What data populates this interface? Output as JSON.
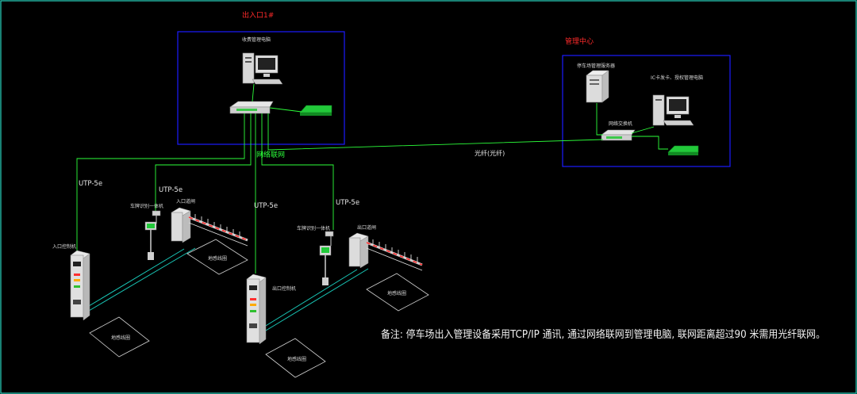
{
  "areas": {
    "entrance_box_title": "出入口1#",
    "mgmt_box_title": "管理中心"
  },
  "labels": {
    "entrance_pc": "收费管理电脑",
    "ticket_printer": "",
    "server": "停车场管理服务器",
    "ic_card_pc": "IC卡发卡、授权管理电脑",
    "network_switch": "网络交换机",
    "fiber_link": "光纤(光纤)",
    "network_backbone": "网络联网",
    "cable_1": "UTP-5e",
    "cable_2": "UTP-5e",
    "cable_3": "UTP-5e",
    "cable_4": "UTP-5e",
    "entry_terminal": "入口控制机",
    "exit_terminal": "出口控制机",
    "entry_camera": "车牌识别一体机",
    "exit_camera": "车牌识别一体机",
    "entry_barrier": "入口道闸",
    "exit_barrier": "出口道闸",
    "loop_1": "地感线圈",
    "loop_2": "地感线圈",
    "loop_3": "地感线圈",
    "loop_4": "地感线圈"
  },
  "note": "备注: 停车场出入管理设备采用TCP/IP 通讯, 通过网络联网到管理电脑, 联网距离超过90 米需用光纤联网。",
  "colors": {
    "background": "#000000",
    "frame": "#2ad6c0",
    "box_border": "#1c1cff",
    "cable_green": "#2cff3a",
    "floor_line": "#19c8b8",
    "title_red": "#ff2a2a"
  }
}
